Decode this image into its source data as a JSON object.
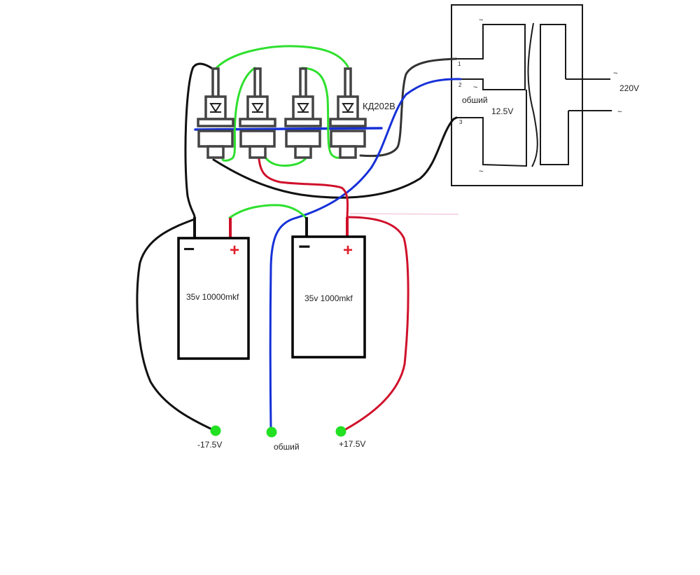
{
  "diagram": {
    "type": "power-supply-wiring",
    "colors": {
      "wire_black": "#111111",
      "wire_green": "#2ee02e",
      "wire_red": "#d0102a",
      "wire_blue": "#1530d8",
      "wire_dark_gray": "#333333",
      "terminal_green": "#22e022",
      "minus_sign": "#111111",
      "plus_sign": "#e0202a"
    }
  },
  "diodes": {
    "part_label": "КД202В",
    "count": 4,
    "items": [
      {
        "id": "D1"
      },
      {
        "id": "D2"
      },
      {
        "id": "D3"
      },
      {
        "id": "D4"
      }
    ]
  },
  "transformer": {
    "secondary_pins": [
      "1",
      "2",
      "3"
    ],
    "tilde_symbol": "~",
    "common_label": "обший",
    "secondary_voltage": "12.5V",
    "primary_voltage": "220V"
  },
  "capacitors": [
    {
      "id": "C1",
      "label": "35v 10000mkf",
      "minus": "−",
      "plus": "+"
    },
    {
      "id": "C2",
      "label": "35v 1000mkf",
      "minus": "−",
      "plus": "+"
    }
  ],
  "outputs": [
    {
      "id": "neg",
      "label": "-17.5V"
    },
    {
      "id": "common",
      "label": "обший"
    },
    {
      "id": "pos",
      "label": "+17.5V"
    }
  ]
}
